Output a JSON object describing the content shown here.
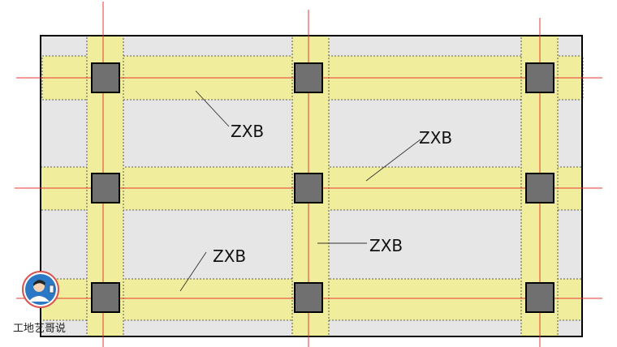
{
  "diagram": {
    "strip_label": "ZXB",
    "labels": [
      "ZXB",
      "ZXB",
      "ZXB",
      "ZXB"
    ]
  },
  "watermark": {
    "text": "工地艺哥说"
  },
  "colors": {
    "slab_fill": "#e6e6e6",
    "strip_fill": "#f0ee9c",
    "column_fill": "#707070",
    "axis_line": "#e53935",
    "outline": "#000000"
  }
}
